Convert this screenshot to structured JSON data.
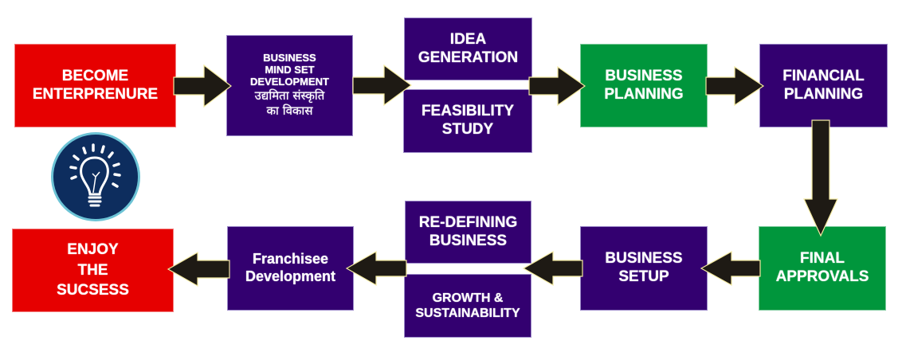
{
  "diagram": {
    "steps": [
      {
        "id": "become",
        "lines": [
          "BECOME",
          "ENTERPRENURE"
        ],
        "color": "#e60000"
      },
      {
        "id": "mindset",
        "lines": [
          "BUSINESS",
          "MIND SET",
          "DEVELOPMENT"
        ],
        "hindi": [
          "उद्यमिता संस्कृति",
          "का विकास"
        ],
        "color": "#330070"
      },
      {
        "id": "idea",
        "lines": [
          "IDEA",
          "GENERATION"
        ],
        "color": "#330070"
      },
      {
        "id": "feasibility",
        "lines": [
          "FEASIBILITY",
          "STUDY"
        ],
        "color": "#330070"
      },
      {
        "id": "business_planning",
        "lines": [
          "BUSINESS",
          "PLANNING"
        ],
        "color": "#00963c"
      },
      {
        "id": "financial_planning",
        "lines": [
          "FINANCIAL",
          "PLANNING"
        ],
        "color": "#330070"
      },
      {
        "id": "final_approvals",
        "lines": [
          "FINAL",
          "APPROVALS"
        ],
        "color": "#00963c"
      },
      {
        "id": "business_setup",
        "lines": [
          "BUSINESS",
          "SETUP"
        ],
        "color": "#330070"
      },
      {
        "id": "redefining",
        "lines": [
          "RE-DEFINING",
          "BUSINESS"
        ],
        "color": "#330070"
      },
      {
        "id": "growth",
        "lines": [
          "GROWTH &",
          "SUSTAINABILITY"
        ],
        "color": "#330070"
      },
      {
        "id": "franchisee",
        "lines": [
          "Franchisee",
          "Development"
        ],
        "color": "#330070"
      },
      {
        "id": "enjoy",
        "lines": [
          "ENJOY",
          "THE",
          "SUCSESS"
        ],
        "color": "#e60000"
      }
    ],
    "icon": "lightbulb-icon",
    "colors": {
      "arrow": "#1e1a14",
      "arrow_outline": "#f3e9a0",
      "icon_bg": "#0d2d5e",
      "icon_ring": "#6cc3d5"
    }
  }
}
